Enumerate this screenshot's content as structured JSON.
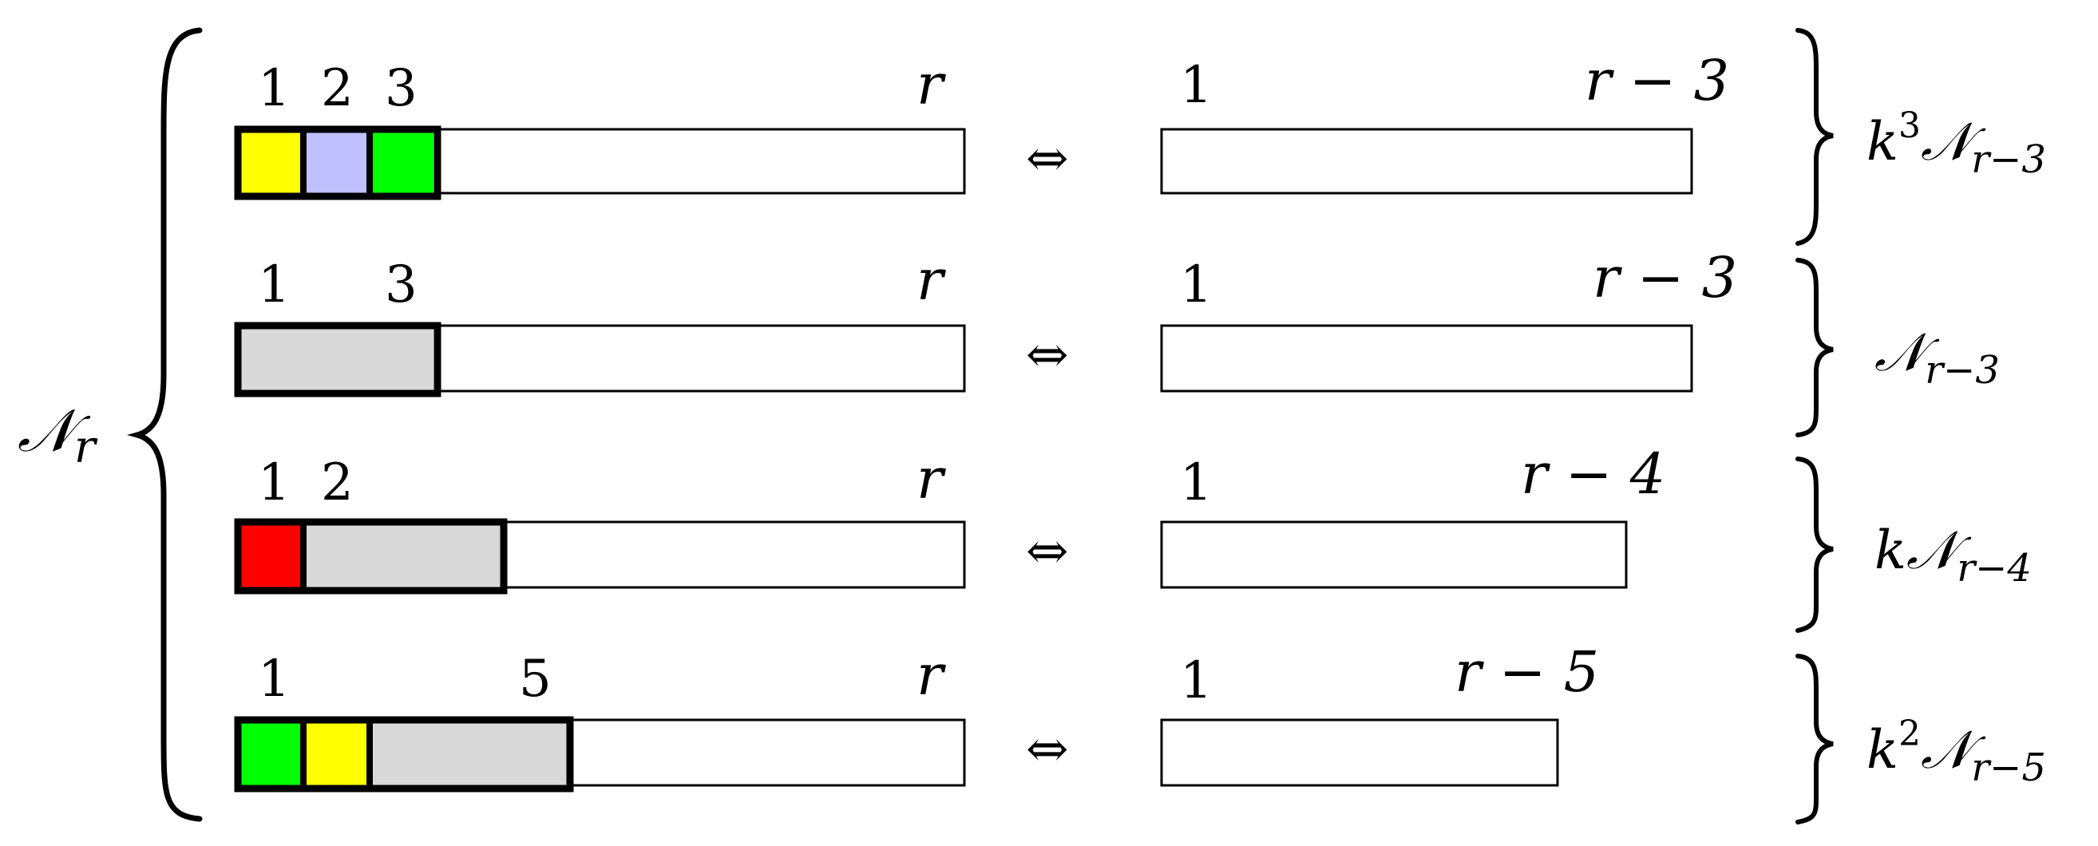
{
  "left_label": {
    "base": "𝒩",
    "sub": "r"
  },
  "equivalence_symbol": "⇔",
  "rows": [
    {
      "left_labels": [
        "1",
        "2",
        "3",
        "r"
      ],
      "right_labels": [
        "1",
        "r − 3"
      ],
      "cells": [
        {
          "color": "#ffff00"
        },
        {
          "color": "#c0c0ff"
        },
        {
          "color": "#00ff00"
        }
      ],
      "count": {
        "coeff": "k",
        "sup": "3",
        "base": "𝒩",
        "sub": "r−3"
      }
    },
    {
      "left_labels": [
        "1",
        "3",
        "r"
      ],
      "right_labels": [
        "1",
        "r − 3"
      ],
      "cells": [
        {
          "color": "#d9d9d9"
        }
      ],
      "count": {
        "coeff": "",
        "sup": "",
        "base": "𝒩",
        "sub": "r−3"
      }
    },
    {
      "left_labels": [
        "1",
        "2",
        "r"
      ],
      "right_labels": [
        "1",
        "r − 4"
      ],
      "cells": [
        {
          "color": "#ff0000"
        },
        {
          "color": "#d9d9d9"
        }
      ],
      "count": {
        "coeff": "k",
        "sup": "",
        "base": "𝒩",
        "sub": "r−4"
      }
    },
    {
      "left_labels": [
        "1",
        "5",
        "r"
      ],
      "right_labels": [
        "1",
        "r − 5"
      ],
      "cells": [
        {
          "color": "#00ff00"
        },
        {
          "color": "#ffff00"
        },
        {
          "color": "#d9d9d9"
        }
      ],
      "count": {
        "coeff": "k",
        "sup": "2",
        "base": "𝒩",
        "sub": "r−5"
      }
    }
  ]
}
